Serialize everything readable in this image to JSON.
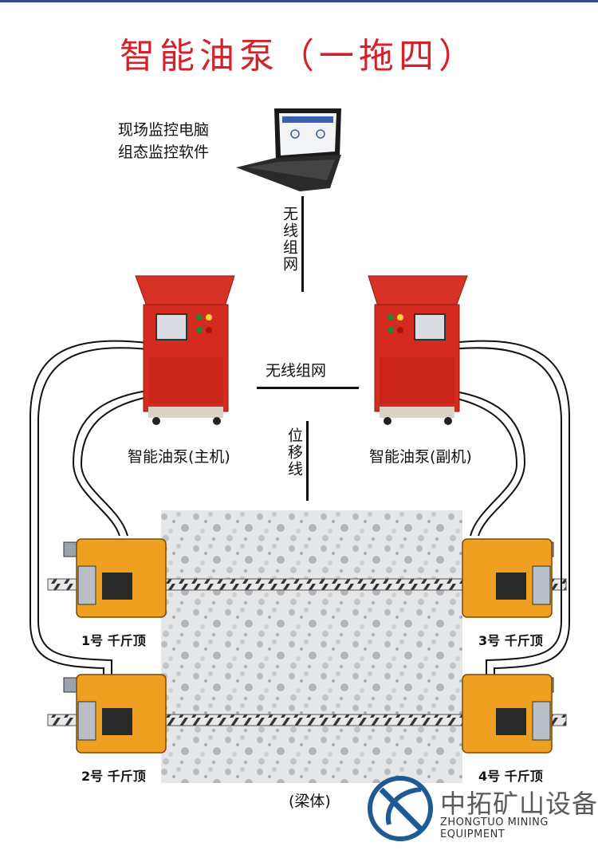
{
  "title": "智能油泵（一拖四）",
  "computer": {
    "line1": "现场监控电脑",
    "line2": "组态监控软件"
  },
  "labels": {
    "wireless_vertical": "无线组网",
    "wireless_horizontal": "无线组网",
    "displacement": "位移线",
    "pump_master": "智能油泵(主机)",
    "pump_slave": "智能油泵(副机)",
    "beam": "(梁体)"
  },
  "jacks": {
    "j1": "1号 千斤顶",
    "j2": "2号 千斤顶",
    "j3": "3号 千斤顶",
    "j4": "4号 千斤顶"
  },
  "logo": {
    "zh": "中拓矿山设备",
    "en": "ZHONGTUO MINING EQUIPMENT"
  },
  "colors": {
    "title_red": "#d6202a",
    "pump_red": "#d42a1f",
    "jack_orange": "#f0a020",
    "logo_blue": "#1e5a96"
  }
}
